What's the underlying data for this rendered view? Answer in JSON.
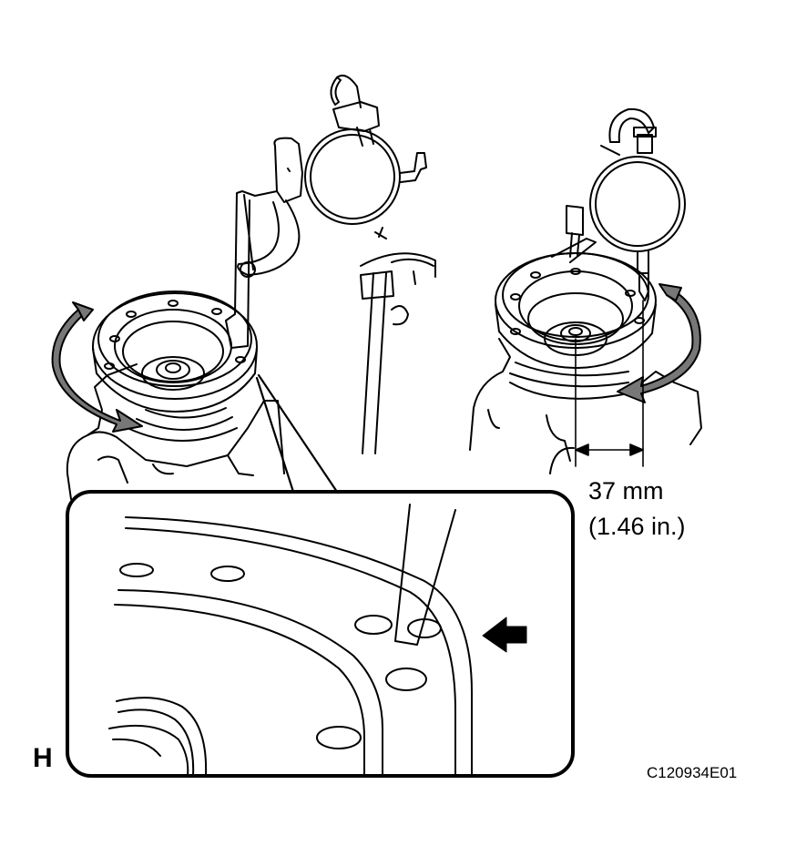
{
  "figure": {
    "letter": "H",
    "code": "C120934E01"
  },
  "dimension": {
    "metric": "37 mm",
    "imperial": "(1.46 in.)"
  },
  "icons": {
    "left_rotation": "rotate-arrow-icon",
    "right_rotation": "rotate-arrow-icon",
    "detail_pointer": "arrow-right-icon"
  },
  "colors": {
    "line": "#000000",
    "fill": "#ffffff",
    "arrow_fill": "#777777"
  }
}
